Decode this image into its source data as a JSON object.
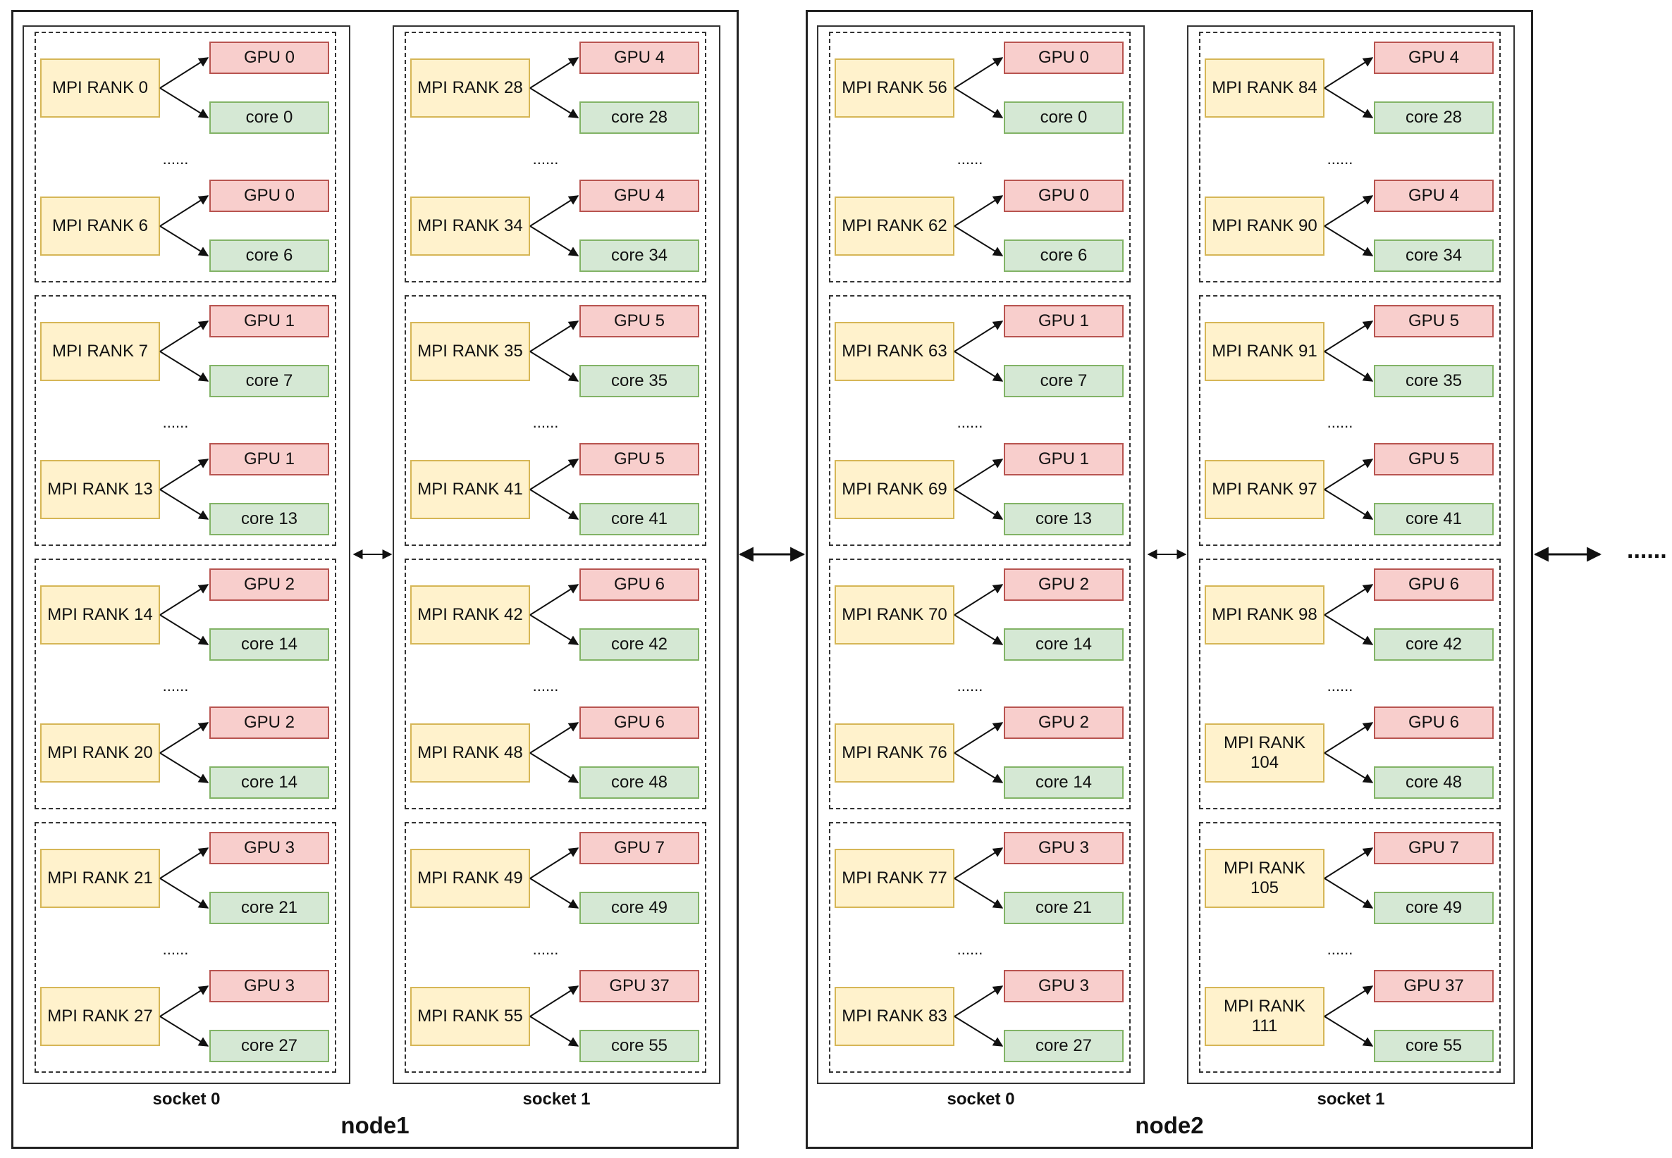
{
  "nodes": [
    {
      "label": "node1",
      "sockets": [
        {
          "label": "socket 0",
          "groups": [
            {
              "ellipsis": "......",
              "entries": [
                {
                  "rank": "MPI RANK 0",
                  "gpu": "GPU 0",
                  "core": "core 0"
                },
                {
                  "rank": "MPI RANK 6",
                  "gpu": "GPU 0",
                  "core": "core 6"
                }
              ]
            },
            {
              "ellipsis": "......",
              "entries": [
                {
                  "rank": "MPI RANK 7",
                  "gpu": "GPU 1",
                  "core": "core 7"
                },
                {
                  "rank": "MPI RANK 13",
                  "gpu": "GPU 1",
                  "core": "core 13"
                }
              ]
            },
            {
              "ellipsis": "......",
              "entries": [
                {
                  "rank": "MPI RANK 14",
                  "gpu": "GPU 2",
                  "core": "core 14"
                },
                {
                  "rank": "MPI RANK 20",
                  "gpu": "GPU 2",
                  "core": "core 14"
                }
              ]
            },
            {
              "ellipsis": "......",
              "entries": [
                {
                  "rank": "MPI RANK 21",
                  "gpu": "GPU 3",
                  "core": "core 21"
                },
                {
                  "rank": "MPI RANK 27",
                  "gpu": "GPU 3",
                  "core": "core 27"
                }
              ]
            }
          ]
        },
        {
          "label": "socket 1",
          "groups": [
            {
              "ellipsis": "......",
              "entries": [
                {
                  "rank": "MPI RANK 28",
                  "gpu": "GPU 4",
                  "core": "core 28"
                },
                {
                  "rank": "MPI RANK 34",
                  "gpu": "GPU 4",
                  "core": "core 34"
                }
              ]
            },
            {
              "ellipsis": "......",
              "entries": [
                {
                  "rank": "MPI RANK 35",
                  "gpu": "GPU 5",
                  "core": "core 35"
                },
                {
                  "rank": "MPI RANK 41",
                  "gpu": "GPU 5",
                  "core": "core 41"
                }
              ]
            },
            {
              "ellipsis": "......",
              "entries": [
                {
                  "rank": "MPI RANK 42",
                  "gpu": "GPU 6",
                  "core": "core 42"
                },
                {
                  "rank": "MPI RANK 48",
                  "gpu": "GPU 6",
                  "core": "core 48"
                }
              ]
            },
            {
              "ellipsis": "......",
              "entries": [
                {
                  "rank": "MPI RANK 49",
                  "gpu": "GPU 7",
                  "core": "core 49"
                },
                {
                  "rank": "MPI RANK 55",
                  "gpu": "GPU 37",
                  "core": "core 55"
                }
              ]
            }
          ]
        }
      ]
    },
    {
      "label": "node2",
      "sockets": [
        {
          "label": "socket 0",
          "groups": [
            {
              "ellipsis": "......",
              "entries": [
                {
                  "rank": "MPI RANK 56",
                  "gpu": "GPU 0",
                  "core": "core 0"
                },
                {
                  "rank": "MPI RANK 62",
                  "gpu": "GPU 0",
                  "core": "core 6"
                }
              ]
            },
            {
              "ellipsis": "......",
              "entries": [
                {
                  "rank": "MPI RANK 63",
                  "gpu": "GPU 1",
                  "core": "core 7"
                },
                {
                  "rank": "MPI RANK 69",
                  "gpu": "GPU 1",
                  "core": "core 13"
                }
              ]
            },
            {
              "ellipsis": "......",
              "entries": [
                {
                  "rank": "MPI RANK 70",
                  "gpu": "GPU 2",
                  "core": "core 14"
                },
                {
                  "rank": "MPI RANK 76",
                  "gpu": "GPU 2",
                  "core": "core 14"
                }
              ]
            },
            {
              "ellipsis": "......",
              "entries": [
                {
                  "rank": "MPI RANK 77",
                  "gpu": "GPU 3",
                  "core": "core 21"
                },
                {
                  "rank": "MPI RANK 83",
                  "gpu": "GPU 3",
                  "core": "core 27"
                }
              ]
            }
          ]
        },
        {
          "label": "socket 1",
          "groups": [
            {
              "ellipsis": "......",
              "entries": [
                {
                  "rank": "MPI RANK 84",
                  "gpu": "GPU 4",
                  "core": "core 28"
                },
                {
                  "rank": "MPI RANK 90",
                  "gpu": "GPU 4",
                  "core": "core 34"
                }
              ]
            },
            {
              "ellipsis": "......",
              "entries": [
                {
                  "rank": "MPI RANK 91",
                  "gpu": "GPU 5",
                  "core": "core 35"
                },
                {
                  "rank": "MPI RANK 97",
                  "gpu": "GPU 5",
                  "core": "core 41"
                }
              ]
            },
            {
              "ellipsis": "......",
              "entries": [
                {
                  "rank": "MPI RANK 98",
                  "gpu": "GPU 6",
                  "core": "core 42"
                },
                {
                  "rank": "MPI RANK 104",
                  "gpu": "GPU 6",
                  "core": "core 48"
                }
              ]
            },
            {
              "ellipsis": "......",
              "entries": [
                {
                  "rank": "MPI RANK 105",
                  "gpu": "GPU 7",
                  "core": "core 49"
                },
                {
                  "rank": "MPI RANK 111",
                  "gpu": "GPU 37",
                  "core": "core 55"
                }
              ]
            }
          ]
        }
      ]
    }
  ],
  "trailing_ellipsis": "......",
  "colors": {
    "rank_fill": "#fff2cc",
    "rank_stroke": "#d6b656",
    "gpu_fill": "#f8cecc",
    "gpu_stroke": "#b85450",
    "core_fill": "#d5e8d4",
    "core_stroke": "#82b366"
  }
}
